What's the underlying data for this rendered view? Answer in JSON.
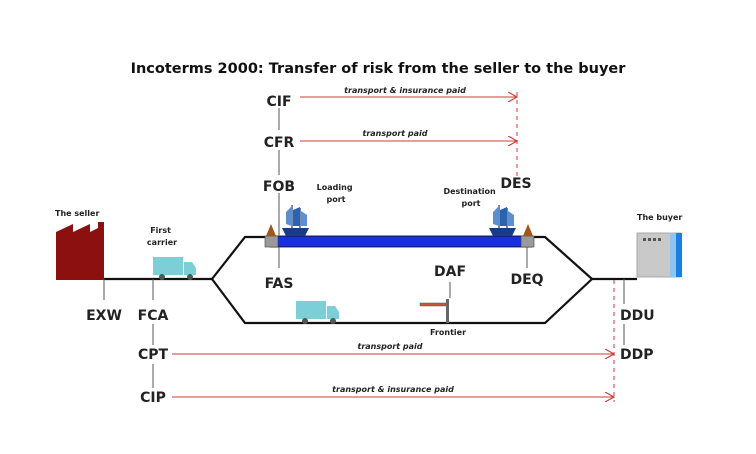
{
  "title": "Incoterms 2000: Transfer of risk from the seller to the buyer",
  "parties": {
    "seller": "The seller",
    "buyer": "The buyer"
  },
  "places": {
    "first_carrier": [
      "First",
      "carrier"
    ],
    "loading_port": [
      "Loading",
      "port"
    ],
    "destination_port": [
      "Destination",
      "port"
    ],
    "frontier": "Frontier"
  },
  "terms": {
    "cif": "CIF",
    "cfr": "CFR",
    "fob": "FOB",
    "fas": "FAS",
    "des": "DES",
    "deq": "DEQ",
    "daf": "DAF",
    "exw": "EXW",
    "fca": "FCA",
    "cpt": "CPT",
    "cip": "CIP",
    "ddu": "DDU",
    "ddp": "DDP"
  },
  "arrows": {
    "cif": "transport & insurance paid",
    "cfr": "transport paid",
    "cpt": "transport paid",
    "cip": "transport & insurance paid"
  },
  "colors": {
    "factory": "#8b1010",
    "truck": "#7ccfd6",
    "sea": "#1a2fe0",
    "arrow": "#d23a3a",
    "road": "#111111"
  }
}
